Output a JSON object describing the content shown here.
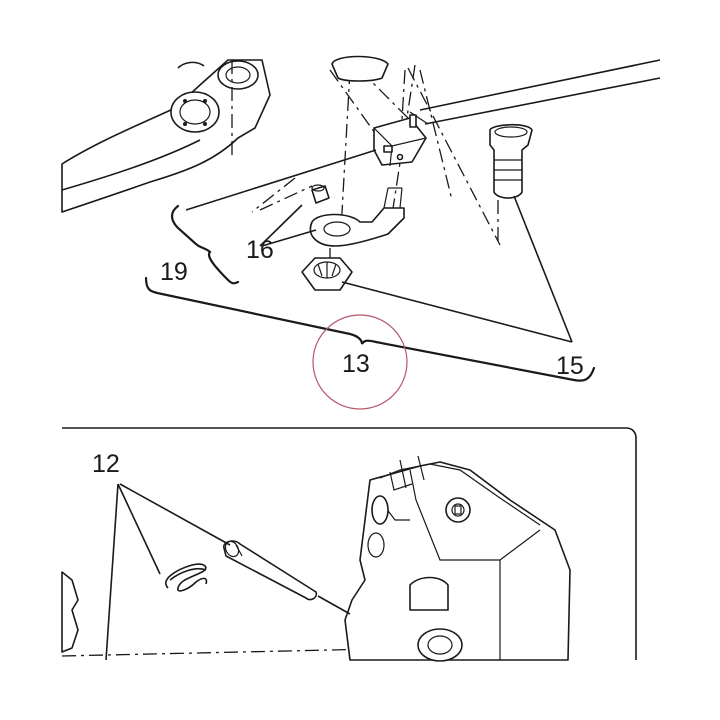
{
  "callouts": {
    "c12": "12",
    "c13": "13",
    "c15": "15",
    "c16": "16",
    "c19": "19"
  },
  "colors": {
    "ink": "#1a1a1a",
    "highlight_circle": "#b5566a",
    "background": "#ffffff"
  }
}
